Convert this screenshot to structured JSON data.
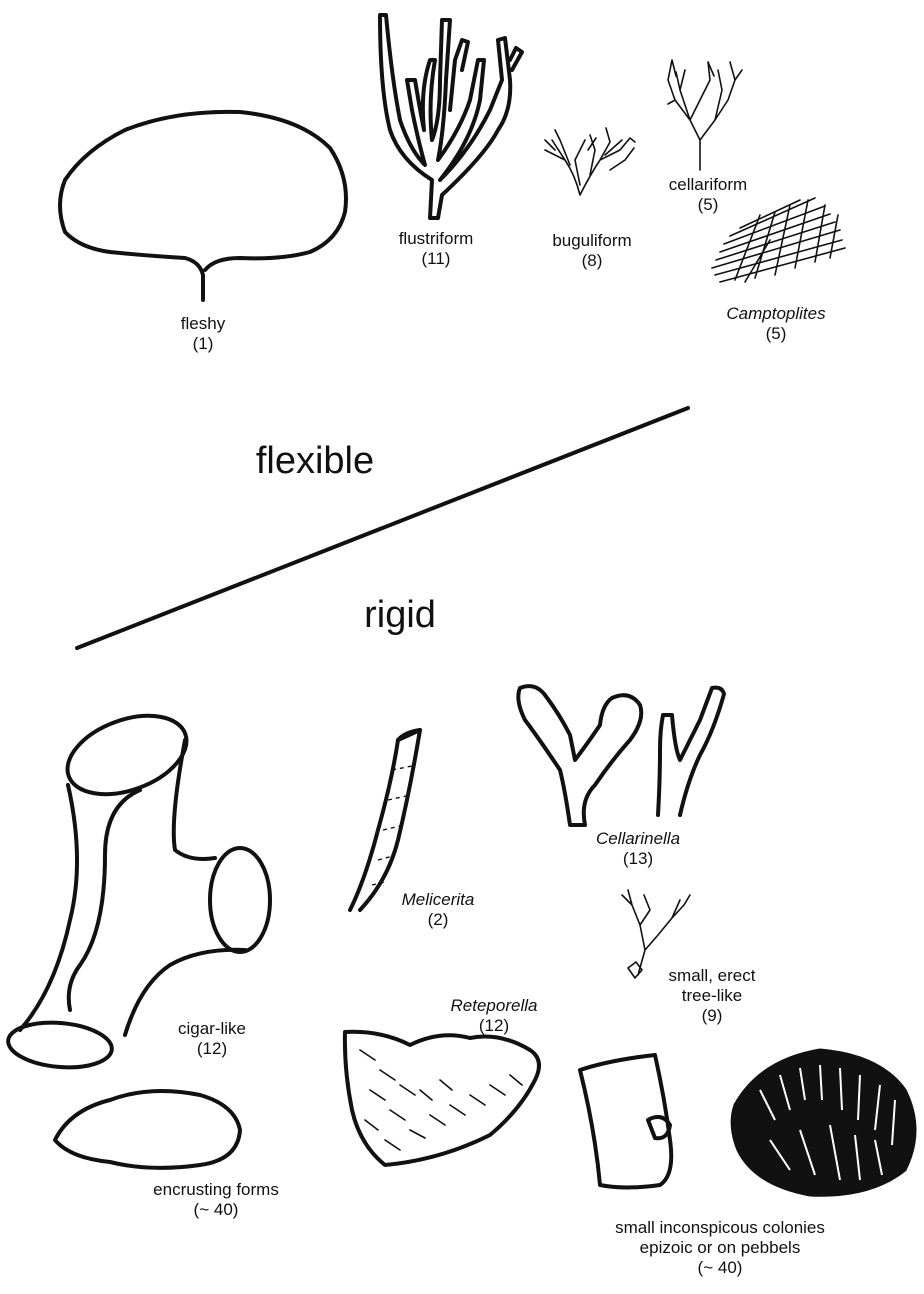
{
  "categories": {
    "flexible": "flexible",
    "rigid": "rigid"
  },
  "forms": {
    "fleshy": {
      "name": "fleshy",
      "count": "(1)"
    },
    "flustriform": {
      "name": "flustriform",
      "count": "(11)"
    },
    "buguliform": {
      "name": "buguliform",
      "count": "(8)"
    },
    "cellariform": {
      "name": "cellariform",
      "count": "(5)"
    },
    "camptoplites": {
      "name": "Camptoplites",
      "count": "(5)"
    },
    "cigar_like": {
      "name": "cigar-like",
      "count": "(12)"
    },
    "melicerita": {
      "name": "Melicerita",
      "count": "(2)"
    },
    "cellarinella": {
      "name": "Cellarinella",
      "count": "(13)"
    },
    "small_erect": {
      "line1": "small, erect",
      "line2": "tree-like",
      "count": "(9)"
    },
    "reteporella": {
      "name": "Reteporella",
      "count": "(12)"
    },
    "encrusting": {
      "name": "encrusting forms",
      "count": "(~ 40)"
    },
    "inconspicuous": {
      "line1": "small inconspicous colonies",
      "line2": "epizoic or on pebbels",
      "count": "(~ 40)"
    }
  }
}
